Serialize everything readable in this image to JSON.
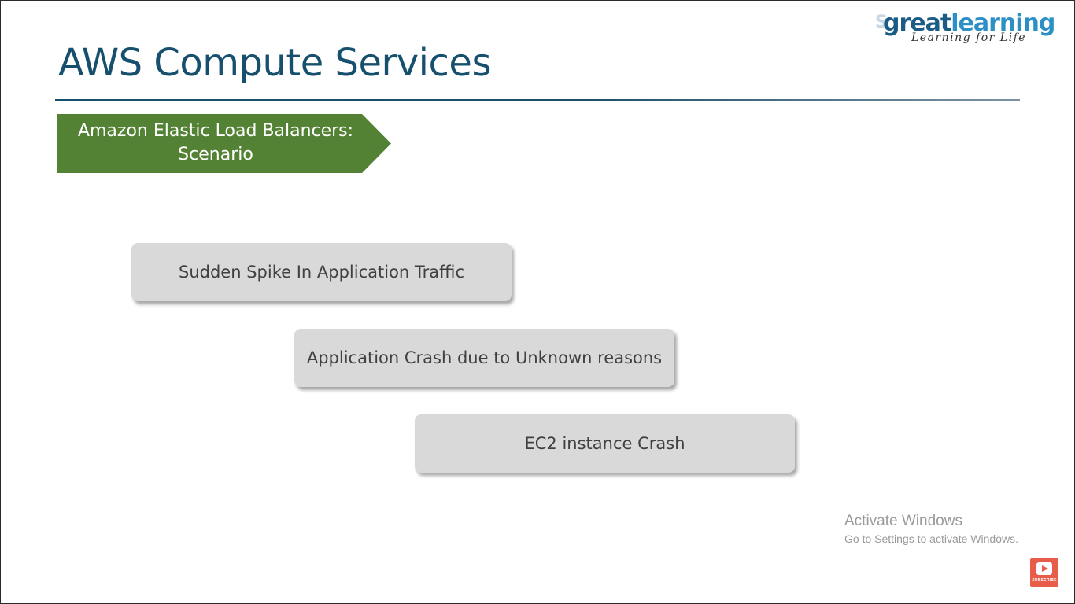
{
  "logo": {
    "shadow_text": "S",
    "brand_part1": "great",
    "brand_part2": "learning",
    "tagline": "Learning for Life"
  },
  "slide": {
    "title": "AWS Compute Services",
    "section_line1": "Amazon Elastic Load Balancers:",
    "section_line2": "Scenario",
    "scenarios": [
      "Sudden Spike In Application Traffic",
      "Application Crash due to Unknown reasons",
      "EC2 instance Crash"
    ]
  },
  "watermark": {
    "line1": "Activate Windows",
    "line2": "Go to Settings to activate Windows."
  },
  "subscribe": {
    "label": "SUBSCRIBE",
    "icon": "play-icon",
    "color": "#e85c4a"
  },
  "colors": {
    "title": "#17506e",
    "chevron": "#548235",
    "scenario_box": "#d9d9d9"
  }
}
